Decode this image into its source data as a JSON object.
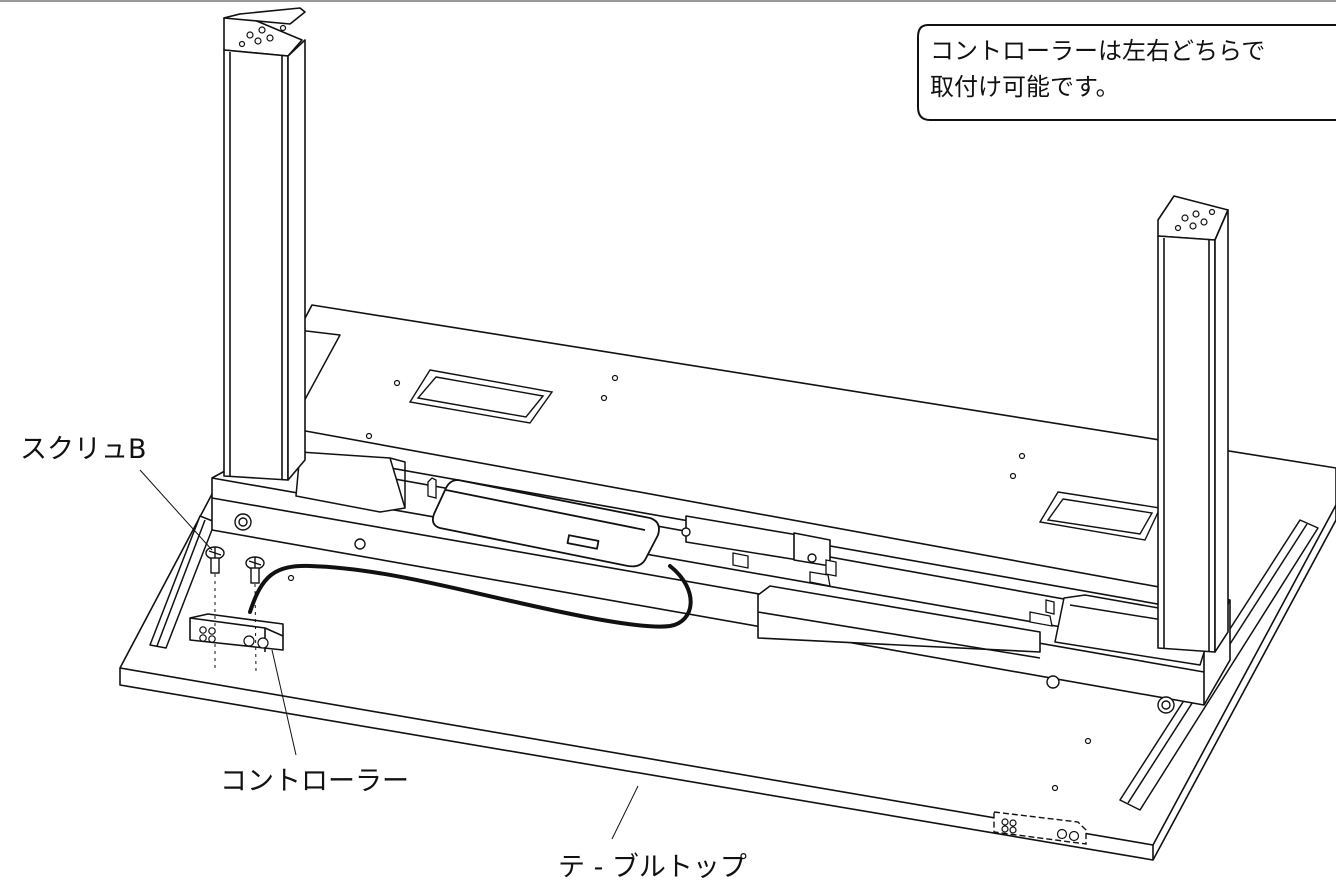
{
  "callout": {
    "line1": "コントローラーは左右どちらで",
    "line2": "取付け可能です。"
  },
  "labels": {
    "screw": "スクリュB",
    "controller": "コントローラー",
    "tabletop": "テ - ブルトップ"
  }
}
